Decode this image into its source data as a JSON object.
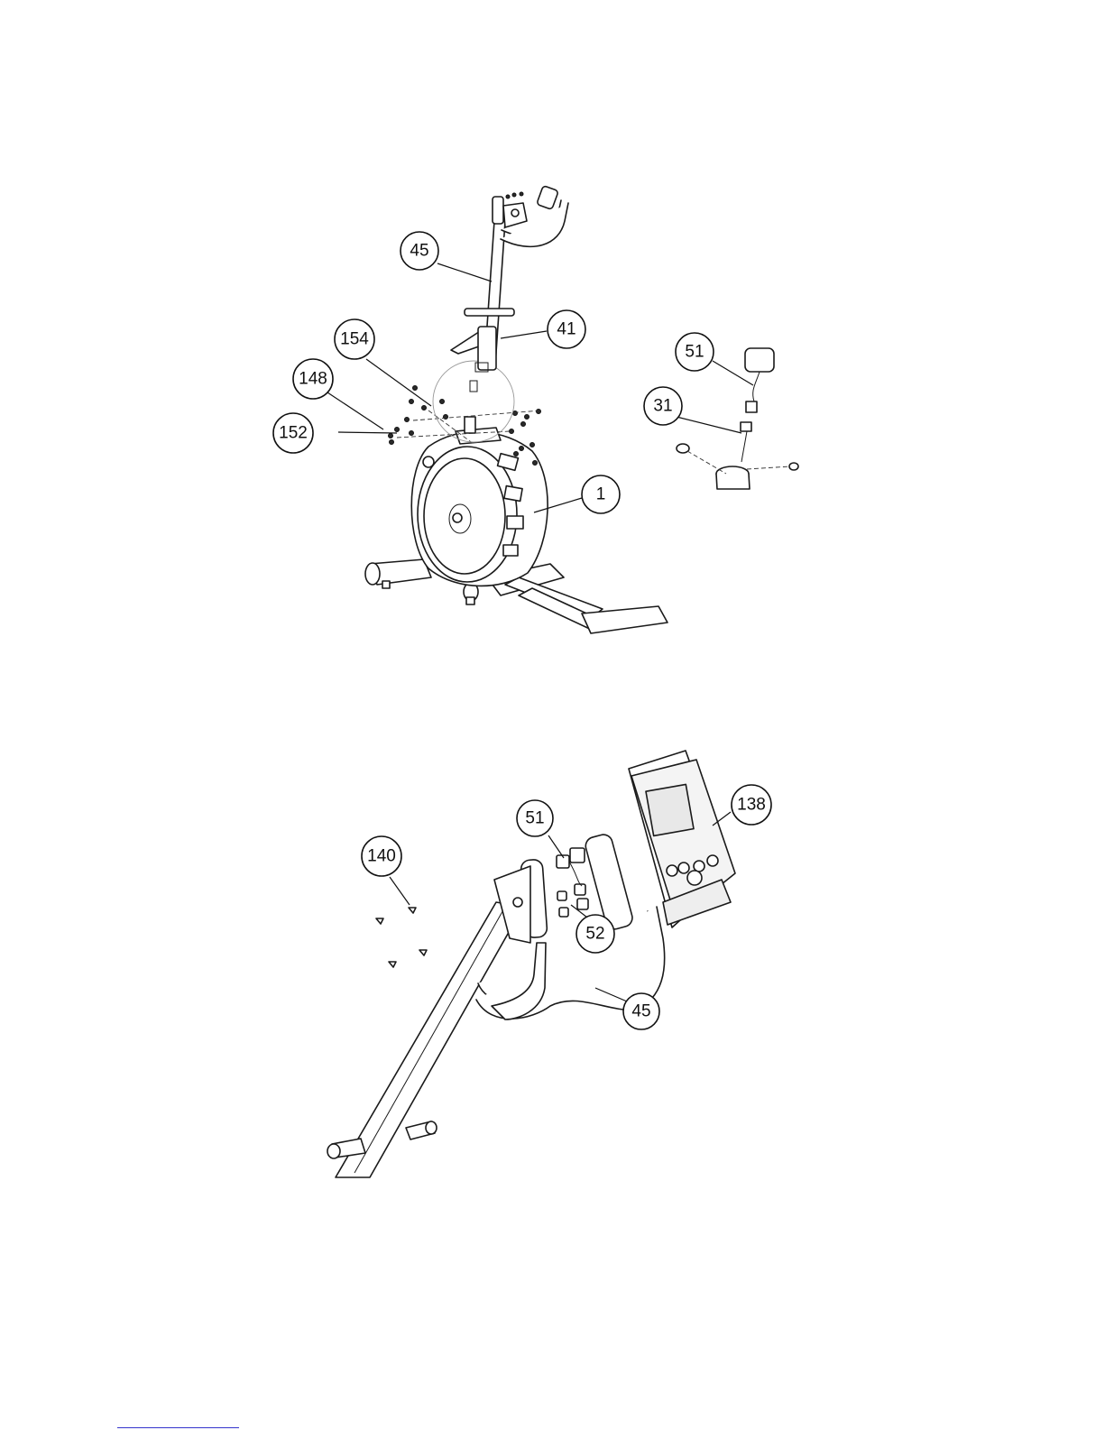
{
  "figure_top": {
    "callouts": [
      {
        "id": "45",
        "label": "45"
      },
      {
        "id": "41",
        "label": "41"
      },
      {
        "id": "154",
        "label": "154"
      },
      {
        "id": "148",
        "label": "148"
      },
      {
        "id": "152",
        "label": "152"
      },
      {
        "id": "1",
        "label": "1"
      },
      {
        "id": "51",
        "label": "51"
      },
      {
        "id": "31",
        "label": "31"
      }
    ]
  },
  "figure_bottom": {
    "callouts": [
      {
        "id": "140",
        "label": "140"
      },
      {
        "id": "51",
        "label": "51"
      },
      {
        "id": "52",
        "label": "52"
      },
      {
        "id": "45",
        "label": "45"
      },
      {
        "id": "138",
        "label": "138"
      }
    ]
  }
}
